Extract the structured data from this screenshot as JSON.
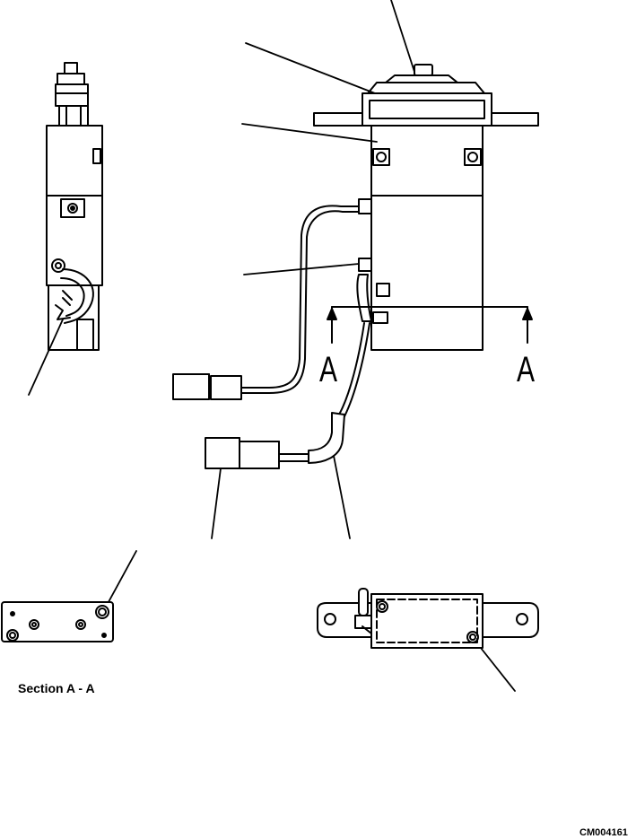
{
  "figure": {
    "section_label": "Section A - A",
    "section_marker": "A",
    "figure_id": "CM004161"
  }
}
